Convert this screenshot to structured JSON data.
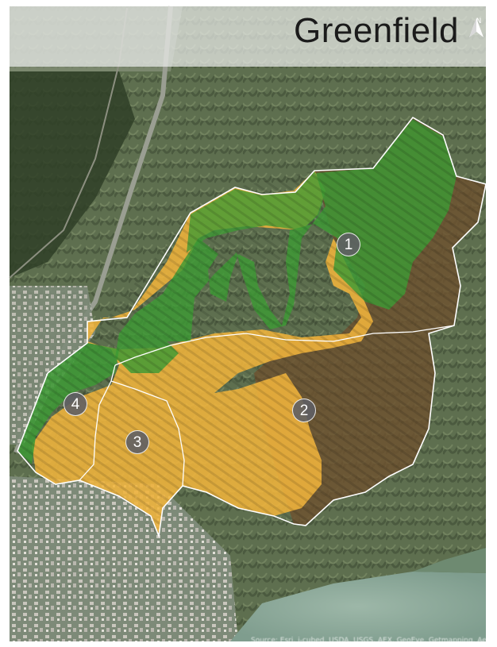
{
  "title": "Greenfield",
  "north_arrow": {
    "letter": "N",
    "icon": "north-arrow-icon"
  },
  "legend_colors": {
    "green_zone": "#3d9a35",
    "yellow_zone": "#f0b43c",
    "brown_zone": "#6e5230",
    "boundary": "#ffffff",
    "marker": "#5f5f64"
  },
  "areas": [
    {
      "label": "1"
    },
    {
      "label": "2"
    },
    {
      "label": "3"
    },
    {
      "label": "4"
    }
  ],
  "attribution": "Source: Esri, i-cubed, USDA, USGS, AEX, GeoEye, Getmapping, Aerogrid, IGN, IGP, UPR-EGP"
}
